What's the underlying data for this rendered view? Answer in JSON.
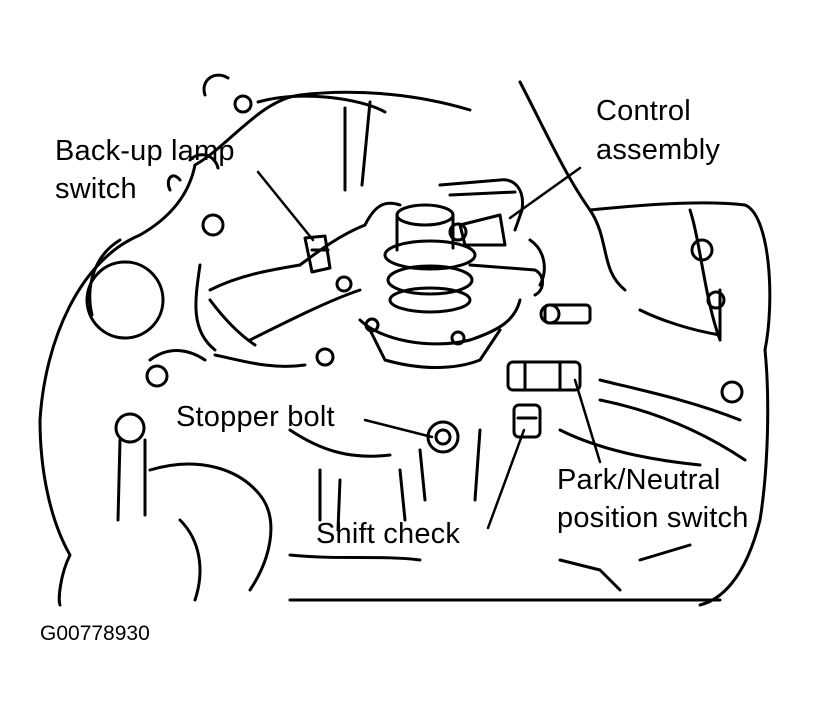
{
  "callouts": {
    "backup_lamp_line1": "Back-up lamp",
    "backup_lamp_line2": "switch",
    "control_line1": "Control",
    "control_line2": "assembly",
    "stopper_bolt": "Stopper bolt",
    "shift_check": "Shift check",
    "park_neutral_line1": "Park/Neutral",
    "park_neutral_line2": "position switch"
  },
  "figure_code": "G00778930"
}
